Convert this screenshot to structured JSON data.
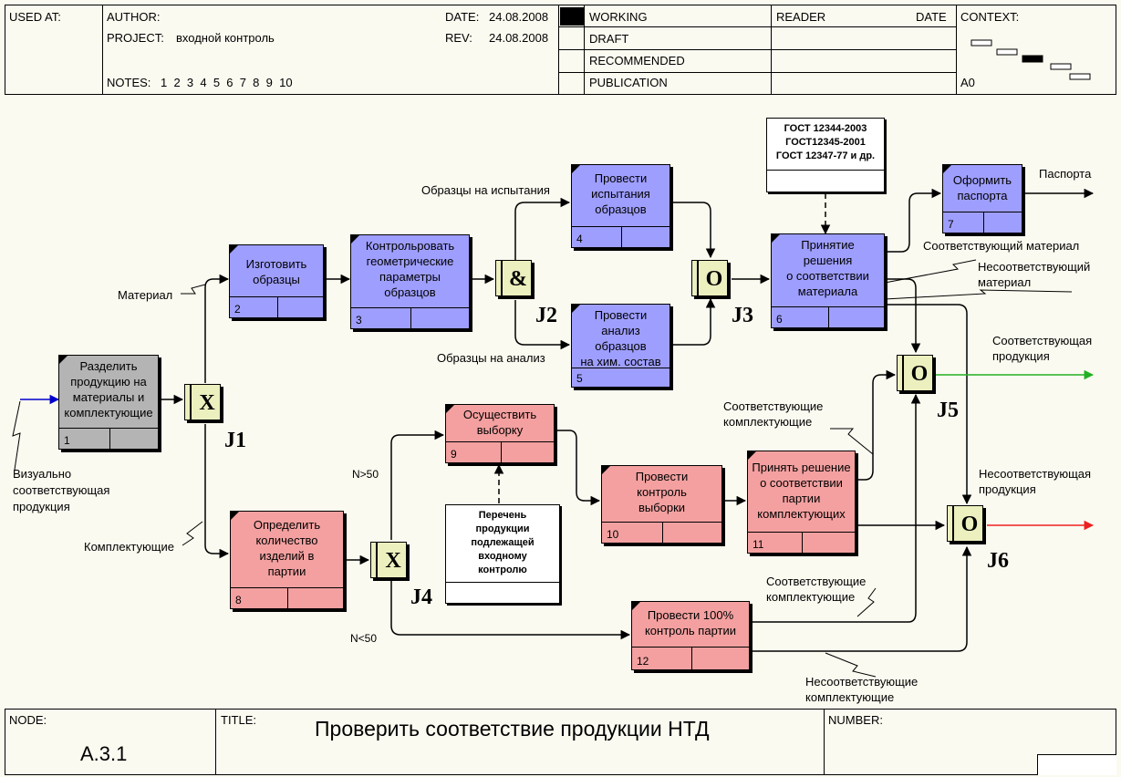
{
  "header": {
    "used_at": "USED AT:",
    "author": "AUTHOR:",
    "project_label": "PROJECT:",
    "project_value": "входной контроль",
    "notes_label": "NOTES:",
    "notes_numbers": "1  2  3  4  5  6  7  8  9  10",
    "date_label": "DATE:",
    "date_value": "24.08.2008",
    "rev_label": "REV:",
    "rev_value": "24.08.2008",
    "status": [
      "WORKING",
      "DRAFT",
      "RECOMMENDED",
      "PUBLICATION"
    ],
    "reader": "READER",
    "reader_date": "DATE",
    "context": "CONTEXT:",
    "context_node": "A0"
  },
  "footer": {
    "node_label": "NODE:",
    "node_value": "A.3.1",
    "title_label": "TITLE:",
    "title_value": "Проверить соответствие продукции НТД",
    "number_label": "NUMBER:"
  },
  "colors": {
    "activity_blue": "#9e9eff",
    "activity_gray": "#b4b4b4",
    "activity_pink": "#f4a0a0",
    "junction": "#ecefbe",
    "input_arrow": "#0000cc",
    "output_green": "#22b022",
    "output_red": "#ee2020"
  },
  "activities": [
    {
      "id": "1",
      "label": "Разделить\nпродукцию на\nматериалы и\nкомплектующие"
    },
    {
      "id": "2",
      "label": "Изготовить\nобразцы"
    },
    {
      "id": "3",
      "label": "Контрольровать\nгеометрические\nпараметры\nобразцов"
    },
    {
      "id": "4",
      "label": "Провести\nиспытания\nобразцов"
    },
    {
      "id": "5",
      "label": "Провести\nанализ\nобразцов\nна хим. состав"
    },
    {
      "id": "6",
      "label": "Принятие\nрешения\nо соответствии\nматериала"
    },
    {
      "id": "7",
      "label": "Оформить\nпаспорта"
    },
    {
      "id": "8",
      "label": "Определить\nколичество\nизделий в\nпартии"
    },
    {
      "id": "9",
      "label": "Осуществить\nвыборку"
    },
    {
      "id": "10",
      "label": "Провести\nконтроль\nвыборки"
    },
    {
      "id": "11",
      "label": "Принять решение\nо соответствии\nпартии\nкомплектующих"
    },
    {
      "id": "12",
      "label": "Провести 100%\nконтроль партии"
    }
  ],
  "junctions": [
    {
      "id": "J1",
      "symbol": "X"
    },
    {
      "id": "J2",
      "symbol": "&"
    },
    {
      "id": "J3",
      "symbol": "O"
    },
    {
      "id": "J4",
      "symbol": "X"
    },
    {
      "id": "J5",
      "symbol": "O"
    },
    {
      "id": "J6",
      "symbol": "O"
    }
  ],
  "notes": {
    "gost": "ГОСТ 12344-2003\nГОСТ12345-2001\nГОСТ 12347-77 и др.",
    "list": "Перечень\nпродукции\nподлежащей\nвходному\nконтролю"
  },
  "arrow_labels": {
    "visual": "Визуально\nсоответствующая\nпродукция",
    "material": "Материал",
    "components": "Комплектующие",
    "samples_test": "Образцы на испытания",
    "samples_analysis": "Образцы на анализ",
    "passports": "Паспорта",
    "matching_material": "Соответствующий материал",
    "nonmatching_material": "Несоответствующий\nматериал",
    "matching_products": "Соответствующая\nпродукция",
    "matching_components_1": "Соответствующие\nкомплектующие",
    "nonmatching_products": "Несоответствующая\nпродукция",
    "matching_components_2": "Соответствующие\nкомплектующие",
    "nonmatching_components": "Несоответствующие\nкомплектующие",
    "n_gt": "N>50",
    "n_lt": "N<50"
  }
}
